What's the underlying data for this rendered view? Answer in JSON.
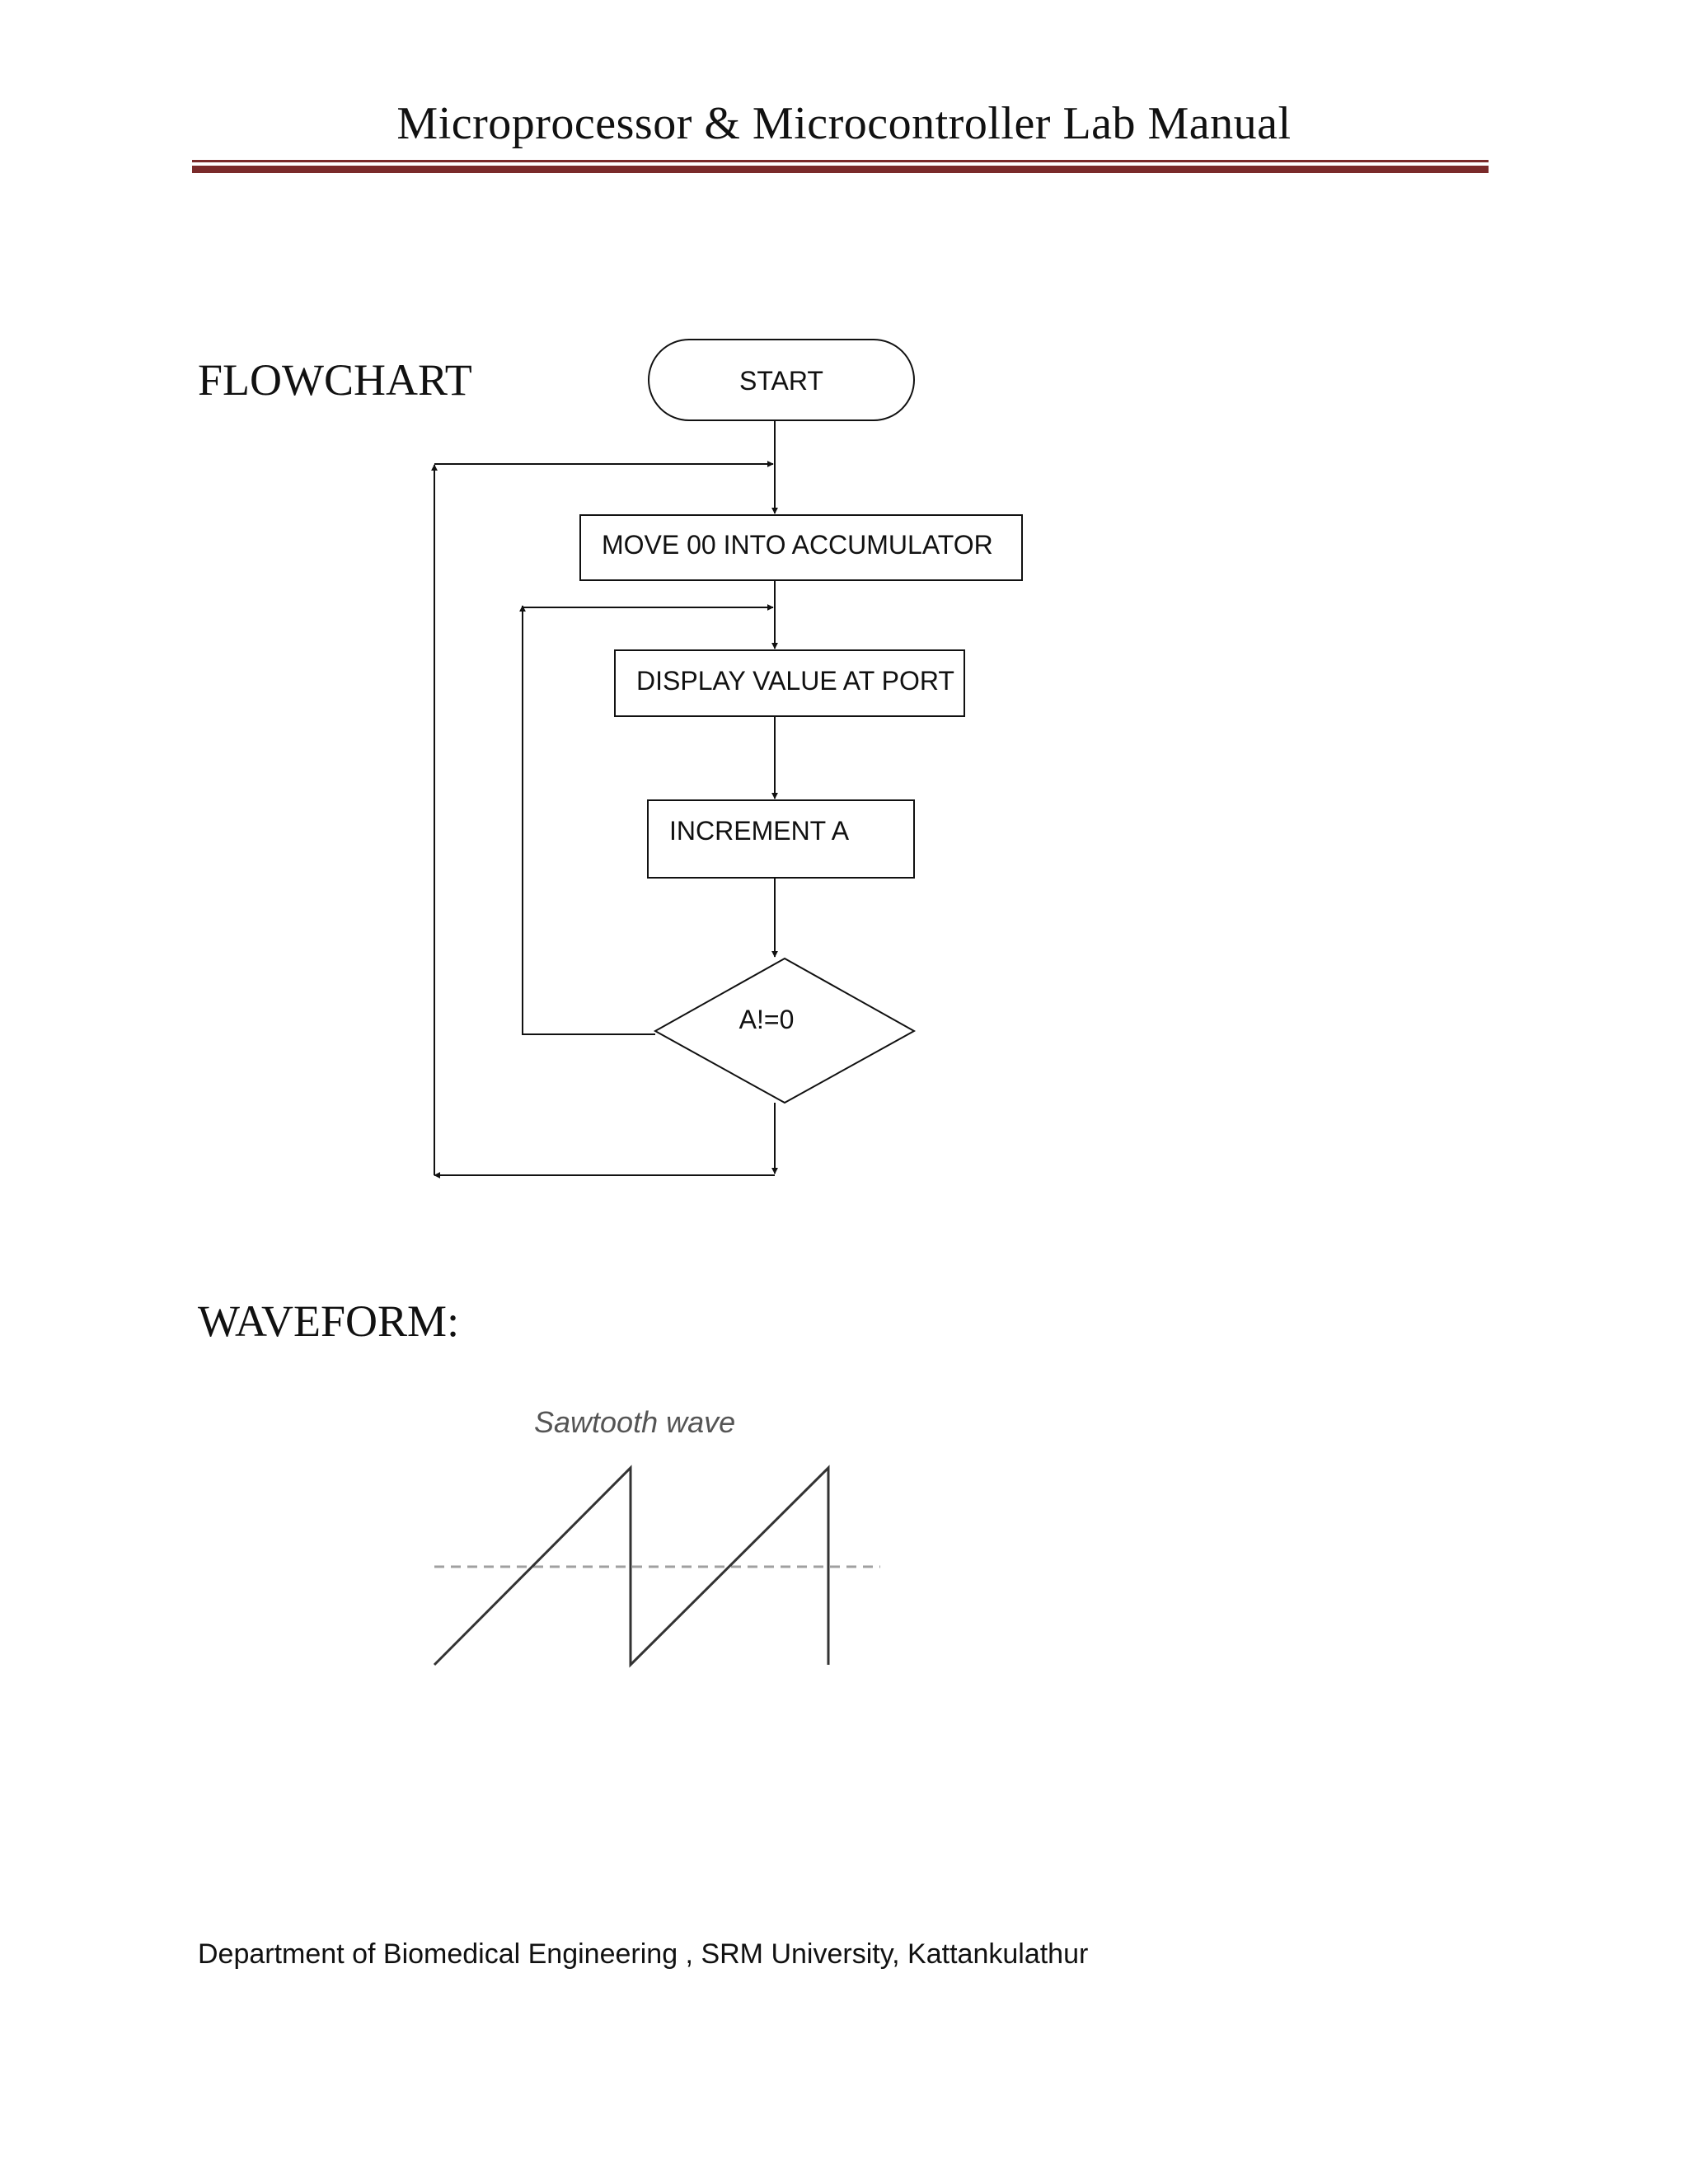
{
  "header": {
    "title": "Microprocessor & Microcontroller Lab Manual"
  },
  "sections": {
    "flowchart_heading": "FLOWCHART",
    "waveform_heading": "WAVEFORM:"
  },
  "flowchart": {
    "nodes": {
      "start": "START",
      "move": "MOVE 00 INTO ACCUMULATOR",
      "display": "DISPLAY VALUE AT PORT",
      "increment": "INCREMENT A",
      "decision": "A!=0"
    }
  },
  "waveform": {
    "title": "Sawtooth wave"
  },
  "footer": {
    "text": "Department of Biomedical Engineering , SRM University, Kattankulathur"
  },
  "colors": {
    "rule": "#7a2a2a",
    "line": "#111111",
    "wave": "#333333",
    "baseline": "#a0a0a0"
  }
}
